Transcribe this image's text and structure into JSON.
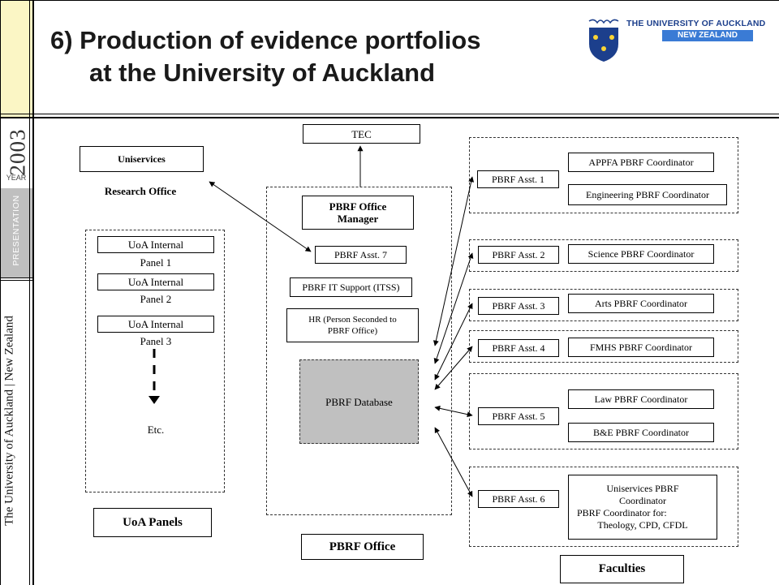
{
  "sidebar": {
    "year": "2003",
    "year_label": "YEAR",
    "presentation_label": "PRESENTATION",
    "university_label": "The University of Auckland | New Zealand"
  },
  "header": {
    "title_line1": "6) Production of evidence portfolios",
    "title_line2": "at the University of Auckland",
    "logo_line1": "THE UNIVERSITY OF AUCKLAND",
    "logo_line2": "NEW ZEALAND"
  },
  "diagram": {
    "tec": "TEC",
    "uniservices": "Uniservices",
    "research_office": "Research Office",
    "office_manager": "PBRF Office Manager",
    "asst7": "PBRF Asst. 7",
    "it_support": "PBRF IT Support (ITSS)",
    "hr": "HR (Person Seconded to PBRF Office)",
    "database": "PBRF Database",
    "pbrf_office": "PBRF Office",
    "panels": {
      "panel1_a": "UoA Internal",
      "panel1_b": "Panel 1",
      "panel2_a": "UoA Internal",
      "panel2_b": "Panel 2",
      "panel3_a": "UoA Internal",
      "panel3_b": "Panel 3",
      "etc": "Etc.",
      "label": "UoA Panels"
    },
    "faculties": {
      "asst1": "PBRF Asst. 1",
      "appfa": "APPFA PBRF Coordinator",
      "engineering": "Engineering PBRF Coordinator",
      "asst2": "PBRF Asst. 2",
      "science": "Science PBRF Coordinator",
      "asst3": "PBRF Asst. 3",
      "arts": "Arts PBRF Coordinator",
      "asst4": "PBRF Asst. 4",
      "fmhs": "FMHS PBRF Coordinator",
      "asst5": "PBRF Asst. 5",
      "law": "Law PBRF Coordinator",
      "be": "B&E PBRF Coordinator",
      "asst6": "PBRF Asst. 6",
      "uniservices_coord_1": "Uniservices PBRF",
      "uniservices_coord_2": "Coordinator",
      "uniservices_coord_3": "PBRF Coordinator for:",
      "uniservices_coord_4": "Theology, CPD, CFDL",
      "label": "Faculties"
    }
  },
  "colors": {
    "sidebar_top": "#fbf6c5",
    "presentation_band": "#bfbfbf",
    "database_fill": "#c0c0c0",
    "logo_blue": "#1c3f8c",
    "logo_band": "#3a7bd5"
  }
}
